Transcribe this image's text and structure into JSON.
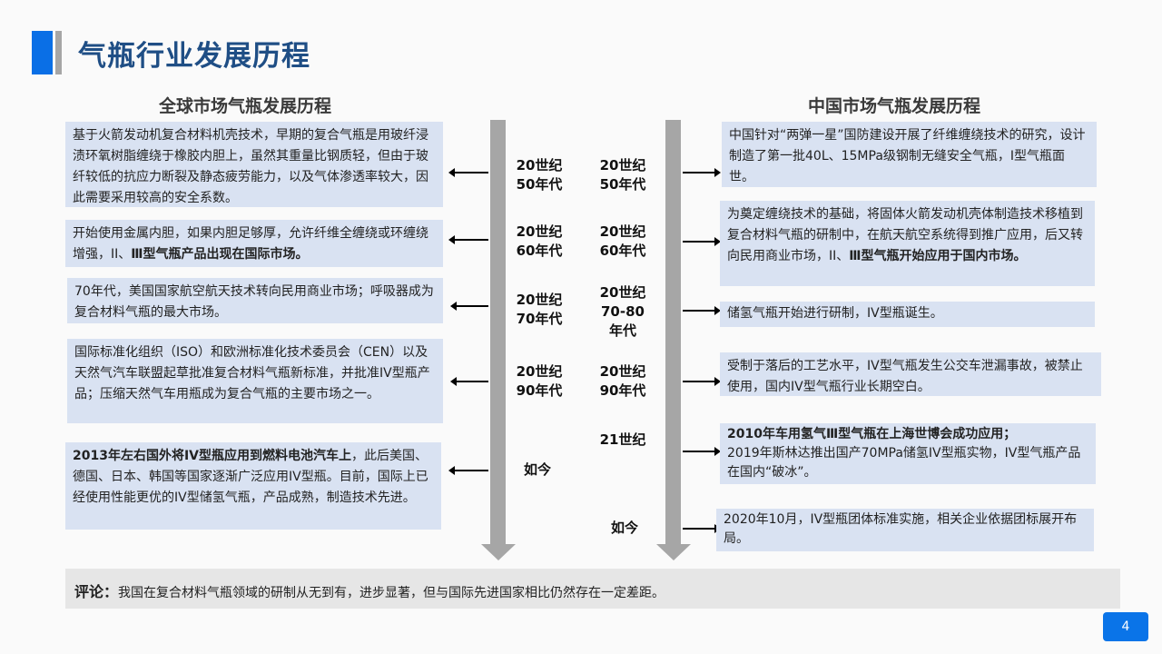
{
  "header": {
    "title": "气瓶行业发展历程"
  },
  "global": {
    "title": "全球市场气瓶发展历程",
    "items": [
      {
        "era": [
          "20世纪",
          "50年代"
        ],
        "normal": "基于火箭发动机复合材料机壳技术，早期的复合气瓶是用玻纤浸渍环氧树脂缠绕于橡胶内胆上，虽然其重量比钢质轻，但由于玻纤较低的抗应力断裂及静态疲劳能力，以及气体渗透率较大，因此需要采用较高的安全系数。"
      },
      {
        "era": [
          "20世纪",
          "60年代"
        ],
        "normal": "开始使用金属内胆，如果内胆足够厚，允许纤维全缠绕或环缠绕增强，II、",
        "bold": "Ⅲ型气瓶产品出现在国际市场。"
      },
      {
        "era": [
          "20世纪",
          "70年代"
        ],
        "normal": "70年代，美国国家航空航天技术转向民用商业市场；呼吸器成为复合材料气瓶的最大市场。"
      },
      {
        "era": [
          "20世纪",
          "90年代"
        ],
        "normal": "国际标准化组织（ISO）和欧洲标准化技术委员会（CEN）以及天然气汽车联盟起草批准复合材料气瓶新标准，并批准IV型瓶产品；压缩天然气车用瓶成为复合气瓶的主要市场之一。"
      },
      {
        "era": [
          "如今"
        ],
        "bold": "2013年左右国外将IV型瓶应用到燃料电池汽车上",
        "after": "，此后美国、德国、日本、韩国等国家逐渐广泛应用IV型瓶。目前，国际上已经使用性能更优的IV型储氢气瓶，产品成熟，制造技术先进。"
      }
    ]
  },
  "china": {
    "title": "中国市场气瓶发展历程",
    "items": [
      {
        "era": [
          "20世纪",
          "50年代"
        ],
        "normal": "中国针对“两弹一星”国防建设开展了纤维缠绕技术的研究，设计制造了第一批40L、15MPa级钢制无缝安全气瓶，I型气瓶面世。"
      },
      {
        "era": [
          "20世纪",
          "60年代"
        ],
        "normal": "为奠定缠绕技术的基础，将固体火箭发动机壳体制造技术移植到复合材料气瓶的研制中，在航天航空系统得到推广应用，后又转向民用商业市场，II、",
        "bold": "Ⅲ型气瓶开始应用于国内市场。"
      },
      {
        "era": [
          "20世纪",
          "70-80",
          "年代"
        ],
        "normal": "储氢气瓶开始进行研制，IV型瓶诞生。"
      },
      {
        "era": [
          "20世纪",
          "90年代"
        ],
        "normal": "受制于落后的工艺水平，IV型气瓶发生公交车泄漏事故，被禁止使用，国内IV型气瓶行业长期空白。"
      },
      {
        "era": [
          "21世纪"
        ],
        "bold": "2010年车用氢气Ⅲ型气瓶在上海世博会成功应用；",
        "after": "2019年斯林达推出国产70MPa储氢IV型瓶实物，IV型气瓶产品在国内“破冰”。"
      },
      {
        "era": [
          "如今"
        ],
        "normal": "2020年10月，IV型瓶团体标准实施，相关企业依据团标展开布局。"
      }
    ]
  },
  "comment": {
    "label": "评论：",
    "text": "我国在复合材料气瓶领域的研制从无到有，进步显著，但与国际先进国家相比仍然存在一定差距。"
  },
  "page_number": "4"
}
